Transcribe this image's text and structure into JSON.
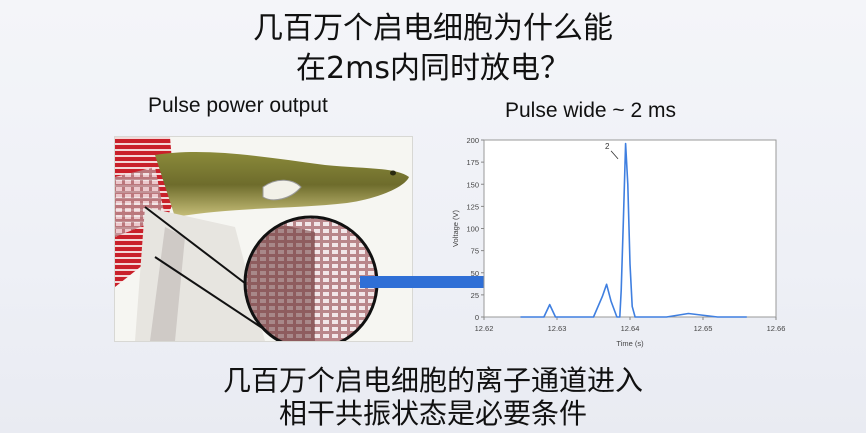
{
  "slide": {
    "title_line1": "几百万个启电细胞为什么能",
    "title_line2": "在2ms内同时放电？",
    "left_caption": "Pulse power output",
    "right_caption": "Pulse wide ~ 2 ms",
    "bottom_line1": "几百万个启电细胞的离子通道进入",
    "bottom_line2": "相干共振状态是必要条件"
  },
  "colors": {
    "text": "#111111",
    "chart_line": "#3f7fe0",
    "arrow": "#2f6fd6",
    "axis": "#888888"
  },
  "illustration": {
    "subject": "electric eel with magnified view of electrocyte cells",
    "icon": "eel-illustration"
  },
  "chart_data": {
    "type": "line",
    "title": "",
    "xlabel": "Time (s)",
    "ylabel": "Voltage (V)",
    "xlim": [
      12.62,
      12.66
    ],
    "ylim": [
      0,
      200
    ],
    "xticks": [
      "12.62",
      "12.63",
      "12.64",
      "12.65",
      "12.66"
    ],
    "yticks": [
      "0",
      "25",
      "50",
      "75",
      "100",
      "125",
      "150",
      "175",
      "200"
    ],
    "grid": false,
    "annotations": [
      {
        "text": "2",
        "x": 12.6385,
        "y": 190
      }
    ],
    "series": [
      {
        "x": [
          12.625,
          12.6282,
          12.629,
          12.6298,
          12.6305,
          12.635,
          12.6362,
          12.6368,
          12.6374,
          12.6382,
          12.6386,
          12.6388,
          12.6391,
          12.6394,
          12.6397,
          12.64,
          12.6403,
          12.6407,
          12.6412,
          12.642,
          12.645,
          12.648,
          12.652,
          12.656
        ],
        "y": [
          0,
          0,
          14,
          0,
          0,
          0,
          23,
          37,
          18,
          0,
          0,
          30,
          110,
          196,
          150,
          60,
          12,
          0,
          0,
          0,
          0,
          4,
          0,
          0
        ]
      }
    ]
  }
}
